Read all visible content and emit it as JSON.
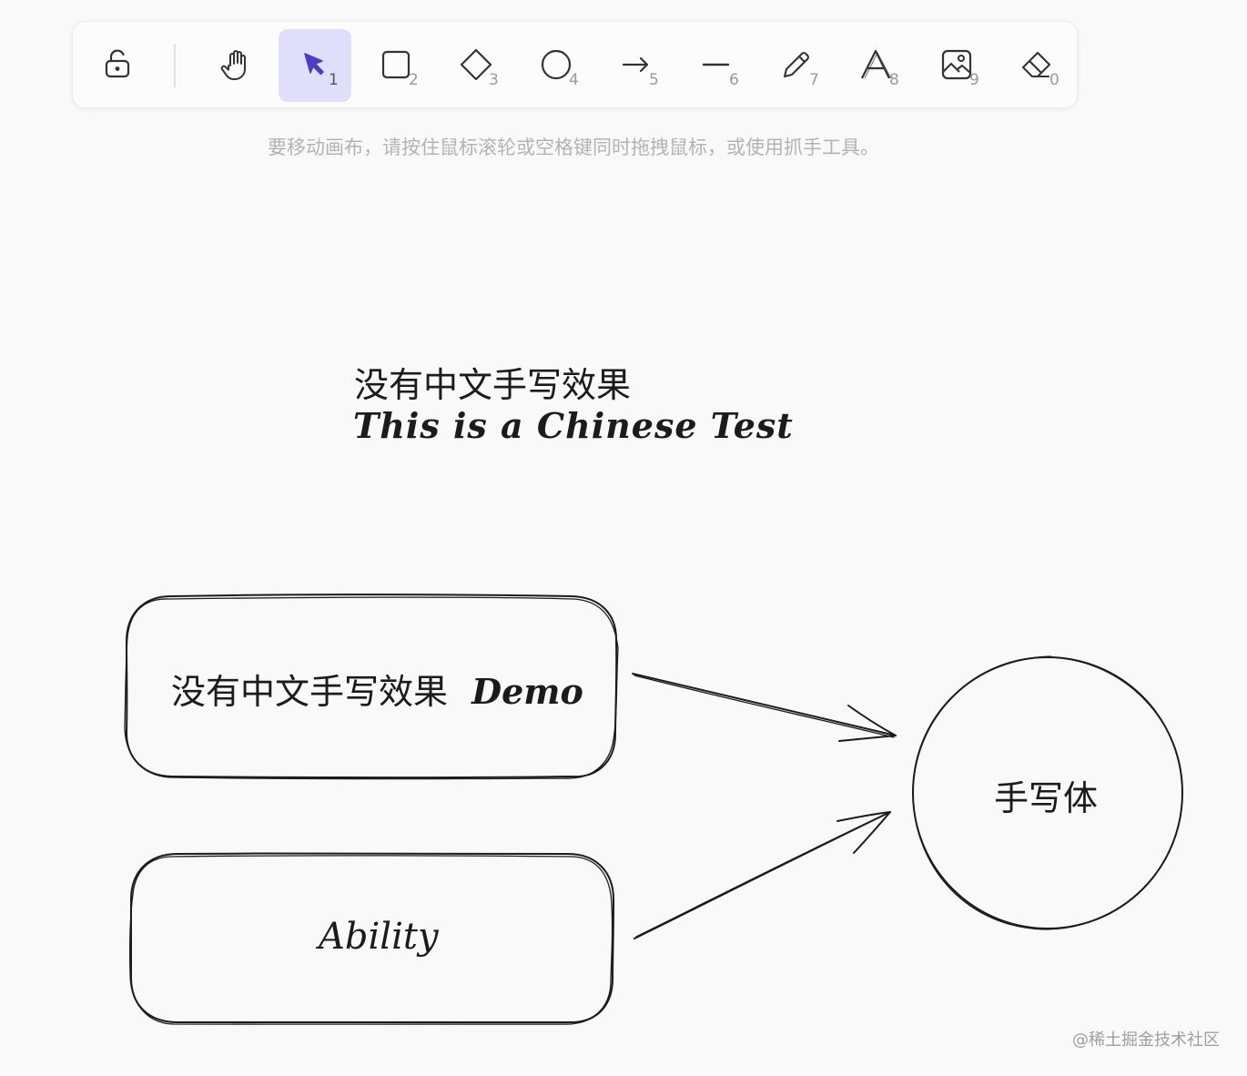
{
  "toolbar": {
    "tools": [
      {
        "icon": "lock-open-icon",
        "key": ""
      },
      {
        "icon": "hand-icon",
        "key": ""
      },
      {
        "icon": "pointer-icon",
        "key": "1",
        "active": true
      },
      {
        "icon": "rectangle-icon",
        "key": "2"
      },
      {
        "icon": "diamond-icon",
        "key": "3"
      },
      {
        "icon": "ellipse-icon",
        "key": "4"
      },
      {
        "icon": "arrow-icon",
        "key": "5"
      },
      {
        "icon": "line-icon",
        "key": "6"
      },
      {
        "icon": "pencil-icon",
        "key": "7"
      },
      {
        "icon": "text-icon",
        "key": "8"
      },
      {
        "icon": "image-icon",
        "key": "9"
      },
      {
        "icon": "eraser-icon",
        "key": "0"
      }
    ],
    "accent_color": "#6965db",
    "active_bg": "#e0dffb"
  },
  "hint": "要移动画布，请按住鼠标滚轮或空格键同时拖拽鼠标，或使用抓手工具。",
  "canvas": {
    "text_line_1": "没有中文手写效果",
    "text_line_2": "This is a Chinese Test",
    "box1_cjk": "没有中文手写效果",
    "box1_latin": "Demo",
    "box2_label": "Ability",
    "circle_label": "手写体"
  },
  "watermark": "@稀土掘金技术社区"
}
